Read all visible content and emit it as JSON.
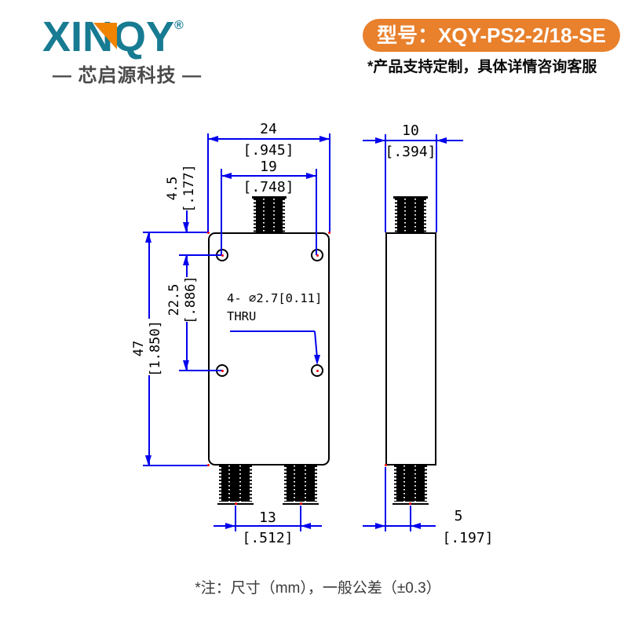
{
  "colors": {
    "dimension_blue": "#0000ee",
    "accent_orange": "#e8802c",
    "logo_teal": "#177b92",
    "logo_triangle_orange": "#f08300",
    "point_marker_red": "#ff0000"
  },
  "brand": {
    "logo_text": "XINQY",
    "registered_mark": "®",
    "logo_subtitle": "— 芯启源科技 —"
  },
  "header": {
    "model_badge": "型号：XQY-PS2-2/18-SE",
    "custom_note": "*产品支持定制，具体详情咨询客服"
  },
  "front_view": {
    "width_mm": "24",
    "width_in": "[.945]",
    "hole_span_mm": "19",
    "hole_span_in": "[.748]",
    "hole_top_offset_mm": "4.5",
    "hole_top_offset_in": "[.177]",
    "hole_pitch_mm": "22.5",
    "hole_pitch_in": "[.886]",
    "height_mm": "47",
    "height_in": "[1.850]",
    "port_span_mm": "13",
    "port_span_in": "[.512]",
    "hole_callout_line1": "4- ⌀2.7[0.11]",
    "hole_callout_line2": "THRU"
  },
  "side_view": {
    "width_mm": "10",
    "width_in": "[.394]",
    "port_offset_mm": "5",
    "port_offset_in": "[.197]"
  },
  "footer": {
    "note": "*注：尺寸（mm），一般公差（±0.3）"
  }
}
